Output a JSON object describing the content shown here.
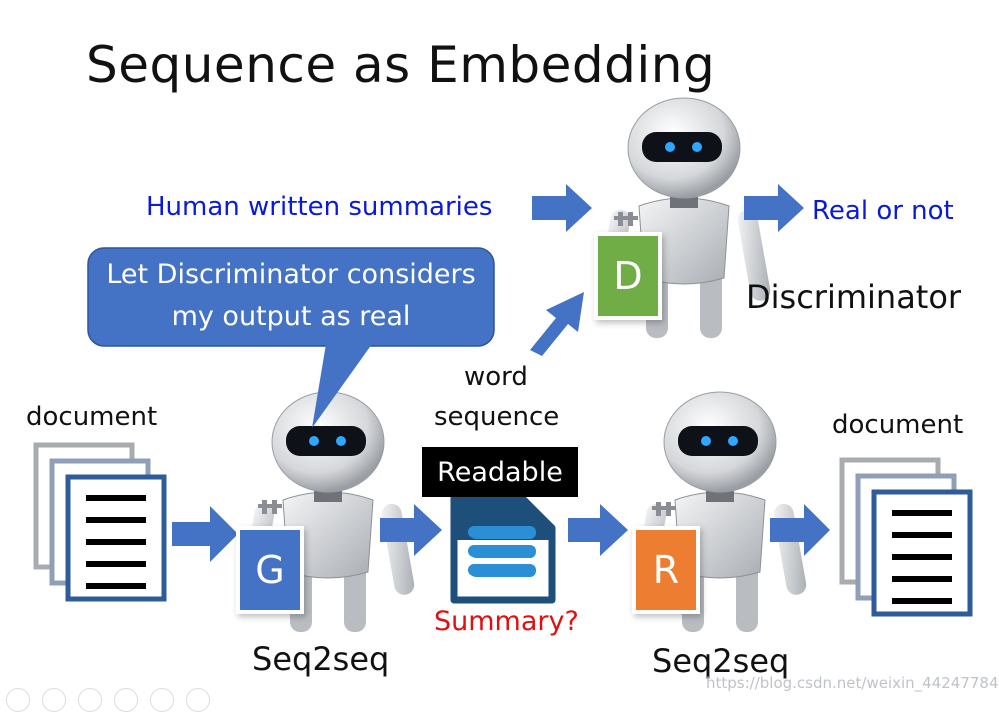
{
  "title": "Sequence as Embedding",
  "labels": {
    "human_summaries": "Human written summaries",
    "real_or_not": "Real or not",
    "discriminator": "Discriminator",
    "word": "word",
    "sequence": "sequence",
    "document_left": "document",
    "document_right": "document",
    "readable": "Readable",
    "summary": "Summary?",
    "seq2seq_left": "Seq2seq",
    "seq2seq_right": "Seq2seq"
  },
  "bubble": {
    "line1": "Let Discriminator considers",
    "line2": "my output as real"
  },
  "tags": {
    "discriminator": "D",
    "generator": "G",
    "reconstructor": "R"
  },
  "watermark": "https://blog.csdn.net/weixin_44247784",
  "colors": {
    "arrow": "#4472c4",
    "bubble": "#4472c4",
    "tag_d": "#70ad47",
    "tag_g": "#4472c4",
    "tag_r": "#ed7d31",
    "doc_blue": "#2e5b9a",
    "summary_red": "#e01010",
    "text_blue": "#0a1ad6"
  },
  "icons": [
    "robot-icon",
    "document-icon",
    "summary-icon",
    "arrow-icon",
    "speech-bubble-icon"
  ]
}
